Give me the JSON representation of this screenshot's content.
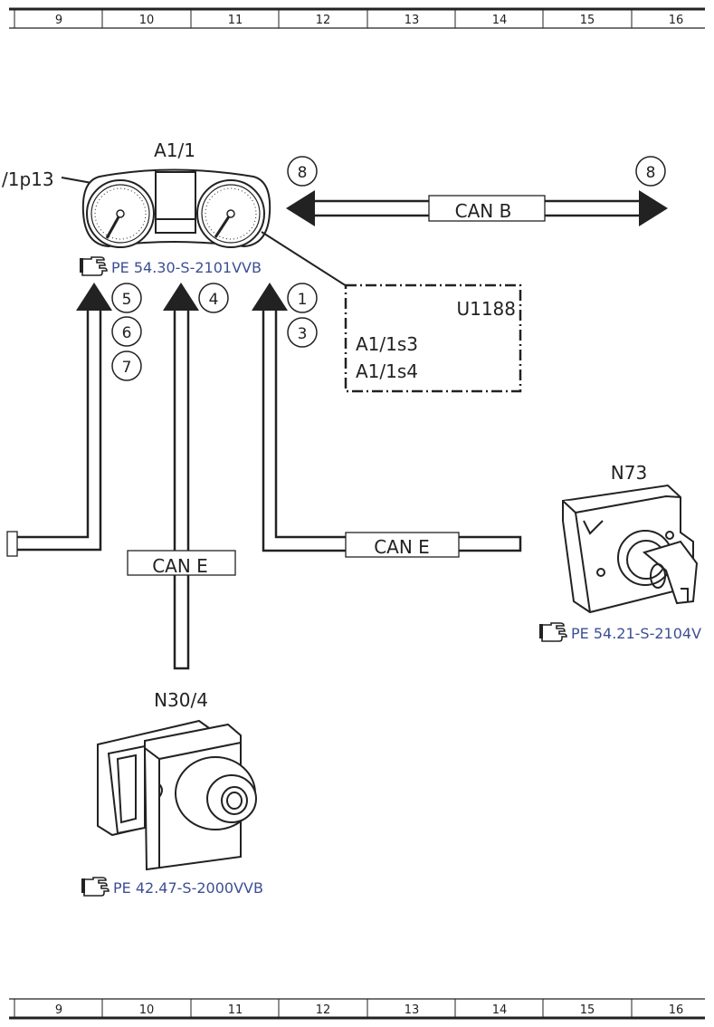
{
  "ruler": {
    "columns": [
      "9",
      "10",
      "11",
      "12",
      "13",
      "14",
      "15",
      "16"
    ]
  },
  "components": {
    "instrument_cluster": {
      "label": "A1/1",
      "sub_label": "/1p13",
      "reference": "PE 54.30-S-2101VVB"
    },
    "control_unit_box": {
      "title": "U1188",
      "items": [
        "A1/1s3",
        "A1/1s4"
      ]
    },
    "ignition_switch": {
      "label": "N73",
      "reference": "PE 54.21-S-2104V"
    },
    "esp_unit": {
      "label": "N30/4",
      "reference": "PE 42.47-S-2000VVB"
    }
  },
  "buses": {
    "can_b": "CAN B",
    "can_e_left": "CAN E",
    "can_e_right": "CAN E"
  },
  "markers": {
    "can_b_left": "8",
    "can_b_right": "8",
    "left_arrow": [
      "5",
      "6",
      "7"
    ],
    "middle_arrow": [
      "4"
    ],
    "right_arrow": [
      "1",
      "3"
    ]
  },
  "icons": {
    "reference": "pointing-hand-icon"
  }
}
